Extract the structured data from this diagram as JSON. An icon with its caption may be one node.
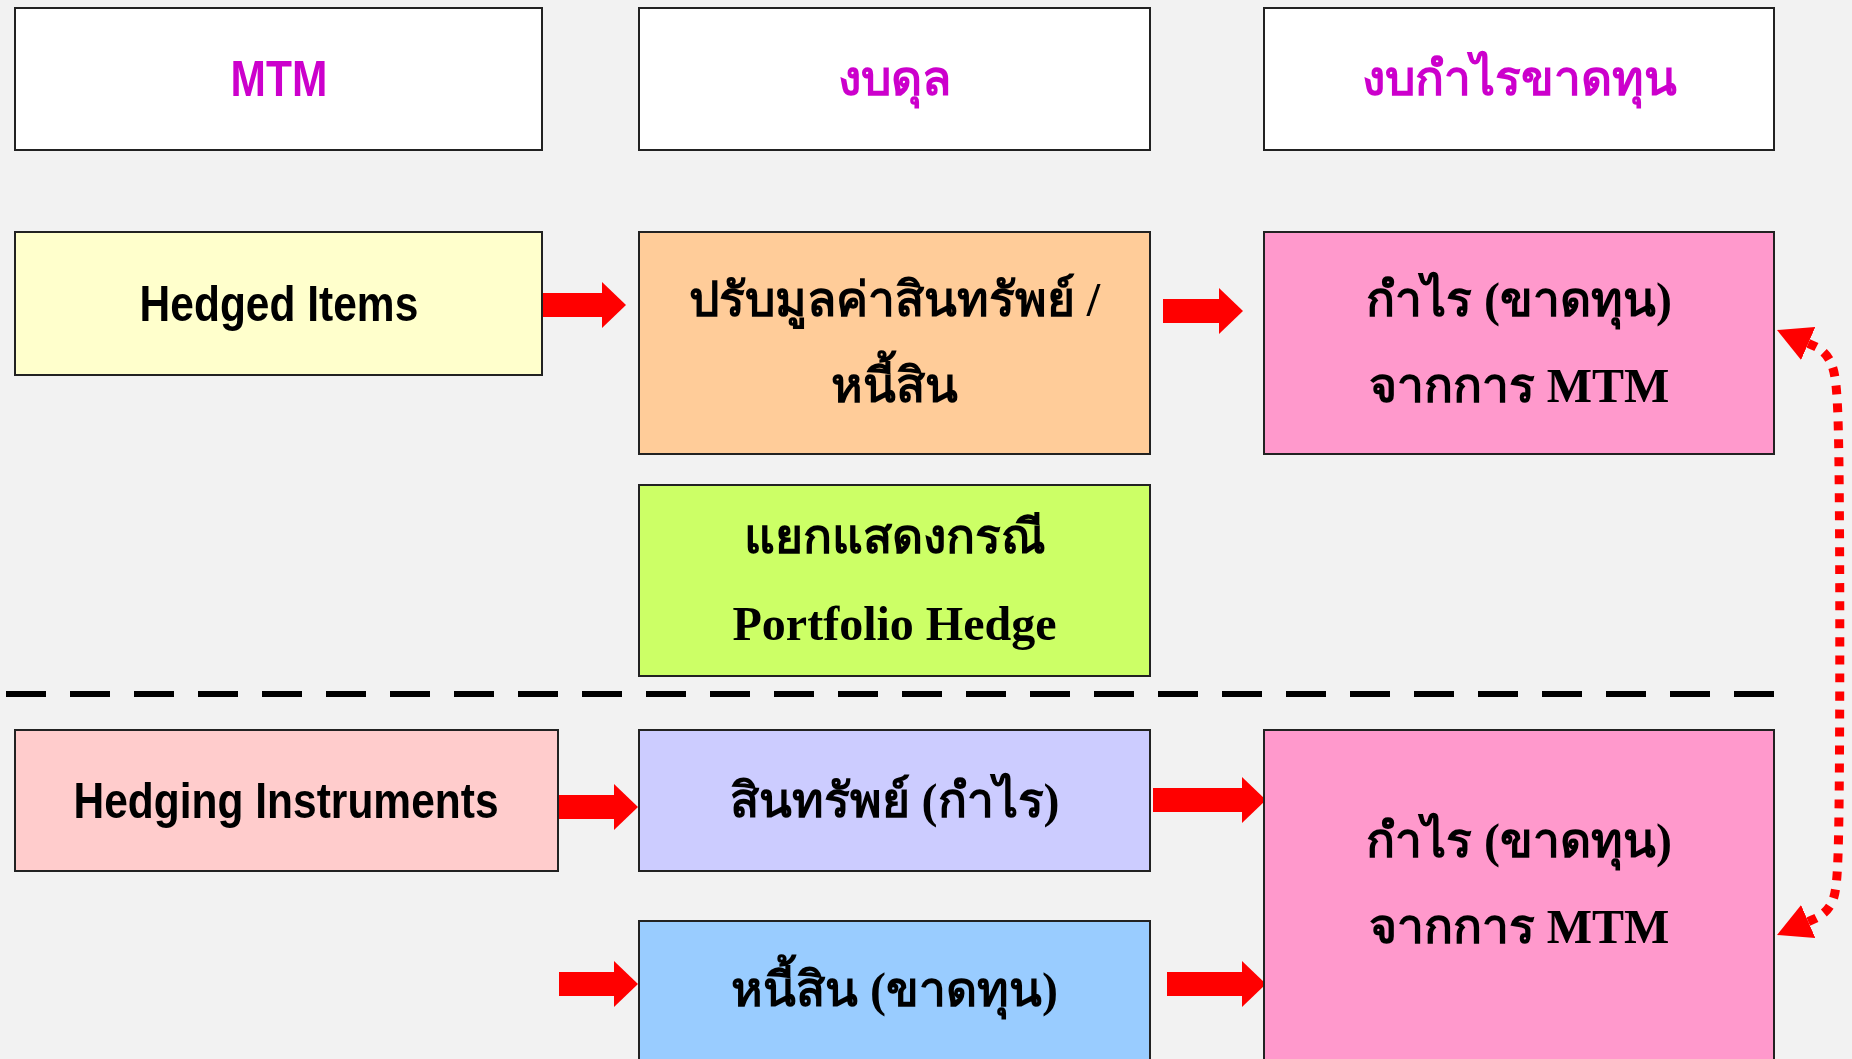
{
  "diagram": {
    "nodes": [
      {
        "text": [
          "MTM"
        ]
      },
      {
        "text": [
          "งบดุล"
        ]
      },
      {
        "text": [
          "งบกำไรขาดทุน"
        ]
      },
      {
        "text": [
          "Hedged Items"
        ]
      },
      {
        "text": [
          "ปรับมูลค่าสินทรัพย์ / หนี้สิน"
        ]
      },
      {
        "text": [
          "กำไร (ขาดทุน) จากการ MTM"
        ]
      },
      {
        "text": [
          "แยกแสดงกรณี Portfolio Hedge"
        ]
      },
      {
        "text": [
          "Hedging Instruments"
        ]
      },
      {
        "text": [
          "สินทรัพย์ (กำไร)"
        ]
      },
      {
        "text": [
          "หนี้สิน (ขาดทุน)"
        ]
      },
      {
        "text": [
          "กำไร (ขาดทุน) จากการ MTM"
        ]
      }
    ],
    "edges": [
      {
        "from": 3,
        "to": 4,
        "arrow": "to"
      },
      {
        "from": 4,
        "to": 5,
        "arrow": "to"
      },
      {
        "from": 7,
        "to": 8,
        "arrow": "to"
      },
      {
        "from": 8,
        "to": 10,
        "arrow": "to"
      },
      {
        "from": null,
        "to": 9,
        "arrow": "to"
      },
      {
        "from": 9,
        "to": 10,
        "arrow": "to"
      },
      {
        "from": 5,
        "to": 10,
        "arrow": "both",
        "style": "dashed"
      }
    ]
  }
}
